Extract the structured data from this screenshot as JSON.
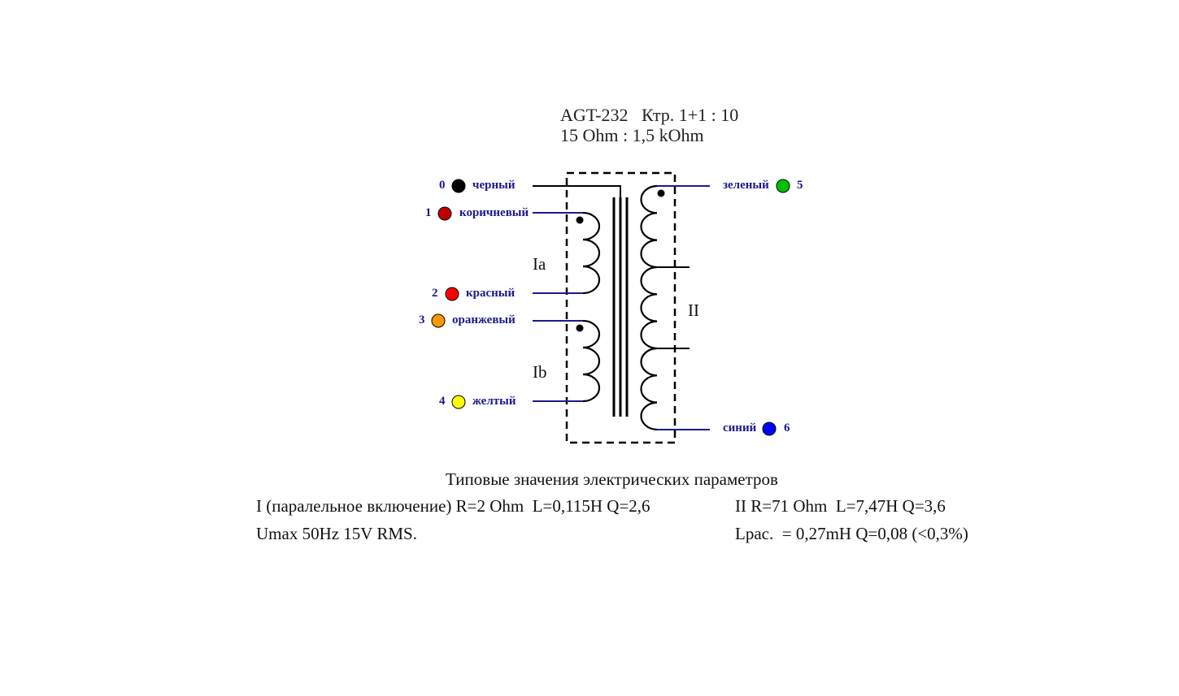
{
  "title": {
    "line1": "AGT-232   Ктр. 1+1 : 10",
    "line2": "15 Ohm : 1,5 kOhm"
  },
  "pins": [
    {
      "number": "0",
      "label": "черный",
      "color": "#000000"
    },
    {
      "number": "1",
      "label": "коричневый",
      "color": "#c00000"
    },
    {
      "number": "2",
      "label": "красный",
      "color": "#ff0000"
    },
    {
      "number": "3",
      "label": "оранжевый",
      "color": "#ff9900"
    },
    {
      "number": "4",
      "label": "желтый",
      "color": "#ffff00"
    },
    {
      "number": "5",
      "label": "зеленый",
      "color": "#00c000"
    },
    {
      "number": "6",
      "label": "синий",
      "color": "#0000ff"
    }
  ],
  "windings": {
    "primary_a": "Ia",
    "primary_b": "Ib",
    "secondary": "II"
  },
  "parameters": {
    "heading": "Типовые значения электрических параметров",
    "primary_line1": "I (паралельное включение) R=2 Ohm  L=0,115H Q=2,6",
    "primary_line2": "Umax 50Hz 15V RMS.",
    "secondary_line1": "II R=71 Ohm  L=7,47H Q=3,6",
    "secondary_line2": "Lpac.  = 0,27mH Q=0,08 (<0,3%)"
  },
  "colors": {
    "wire": "#1a1a8c",
    "ink": "#000000"
  }
}
